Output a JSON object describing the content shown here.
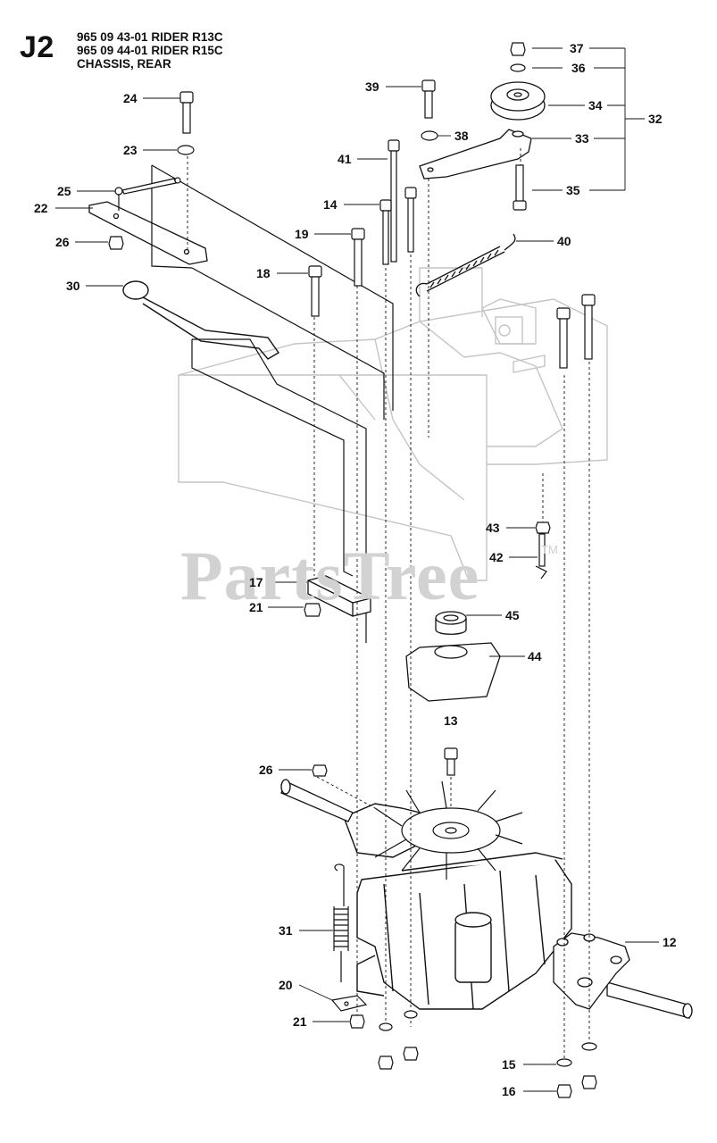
{
  "header": {
    "code": "J2",
    "lines": [
      "965 09 43-01 RIDER R13C",
      "965 09 44-01 RIDER R15C",
      "CHASSIS, REAR"
    ]
  },
  "watermark": {
    "text": "PartsTree",
    "mark": "TM"
  },
  "callouts": {
    "c37": "37",
    "c36": "36",
    "c34": "34",
    "c32": "32",
    "c33": "33",
    "c35": "35",
    "c39": "39",
    "c38": "38",
    "c41": "41",
    "c40": "40",
    "c24": "24",
    "c23": "23",
    "c25": "25",
    "c22": "22",
    "c26a": "26",
    "c14": "14",
    "c19": "19",
    "c18": "18",
    "c30": "30",
    "c43": "43",
    "c42": "42",
    "c17": "17",
    "c21a": "21",
    "c45": "45",
    "c44": "44",
    "c13": "13",
    "c26b": "26",
    "c12": "12",
    "c31": "31",
    "c20": "20",
    "c21b": "21",
    "c15": "15",
    "c16": "16"
  },
  "colors": {
    "ink": "#111111",
    "ghost": "#c4c4c4",
    "watermark": "#d2d2d2"
  }
}
